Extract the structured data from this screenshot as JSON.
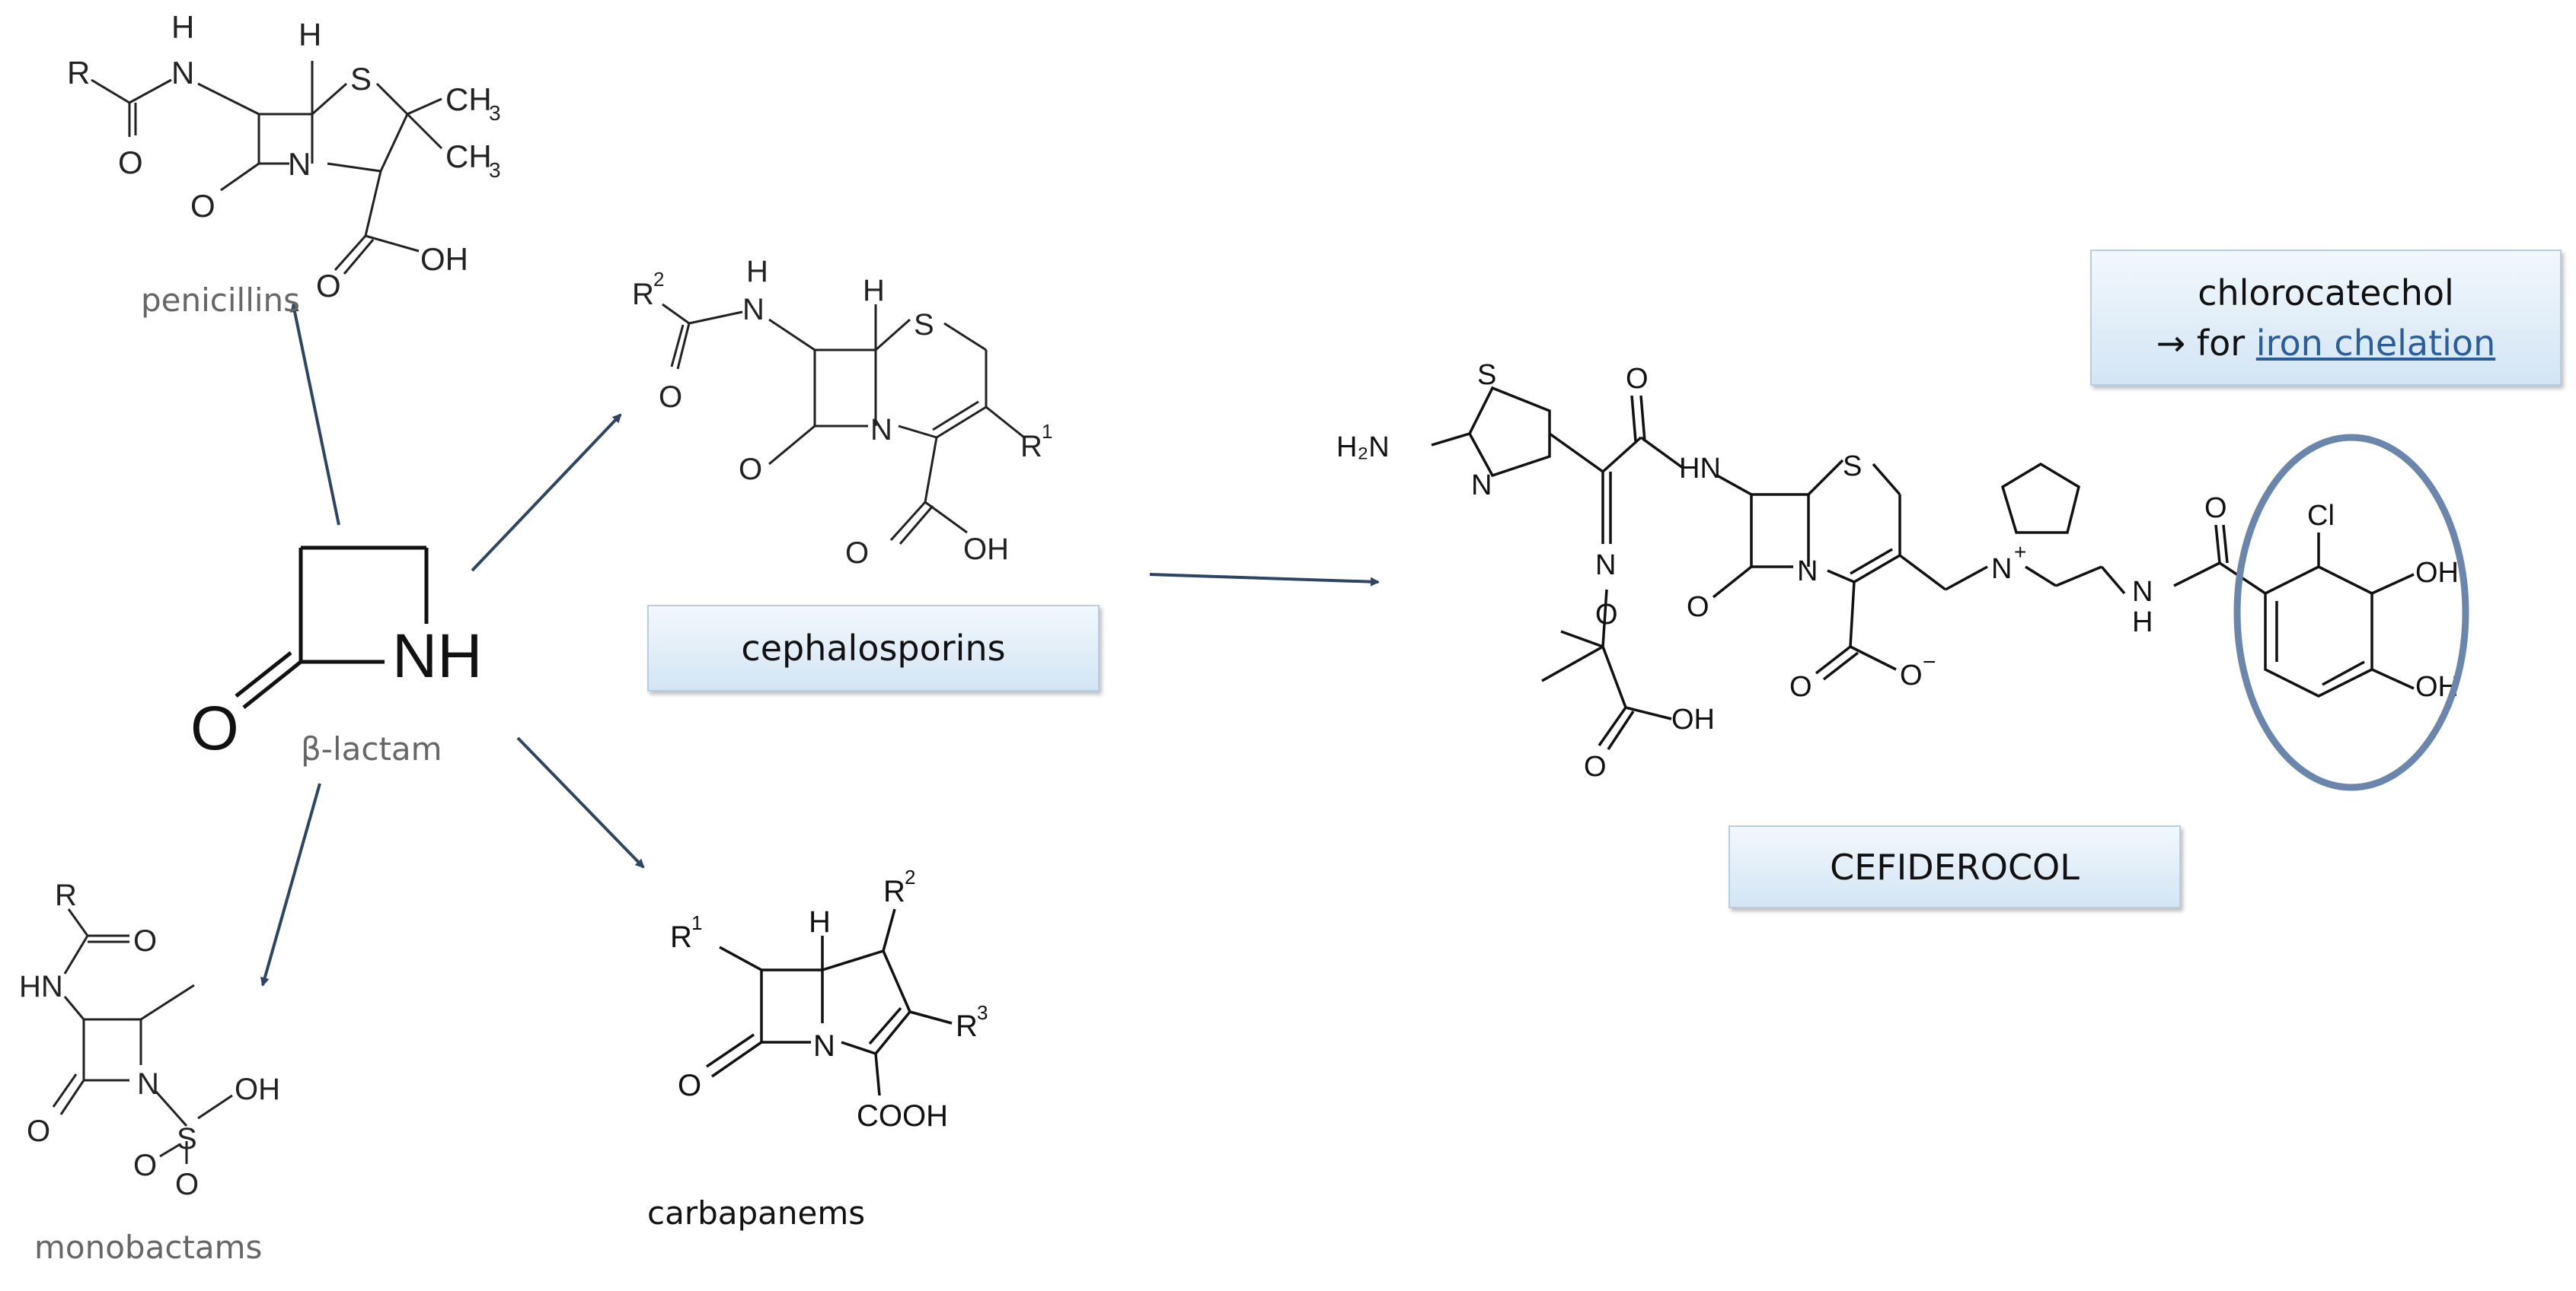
{
  "core": {
    "label": "β-lactam",
    "nh": "NH",
    "o": "O"
  },
  "classes": {
    "penicillins": "penicillins",
    "cephalosporins": "cephalosporins",
    "carbapanems": "carbapanems",
    "monobactams": "monobactams"
  },
  "product": {
    "name": "CEFIDEROCOL"
  },
  "note": {
    "line1": "chlorocatechol",
    "arrow": "→ for ",
    "link": "iron chelation"
  },
  "atoms": {
    "R": "R",
    "H": "H",
    "S": "S",
    "O": "O",
    "N": "N",
    "OH": "OH",
    "CH3": "CH",
    "three": "3",
    "two": "2",
    "one": "1",
    "plus": "+",
    "minus": "−",
    "Cl": "Cl",
    "COOH": "COOH",
    "HN": "HN",
    "H2N": "H₂N"
  },
  "colors": {
    "arrow": "#2d4463",
    "highlight_ring": "#6a86ad",
    "tag_border": "#b8cde0",
    "link": "#2a5d9a"
  }
}
